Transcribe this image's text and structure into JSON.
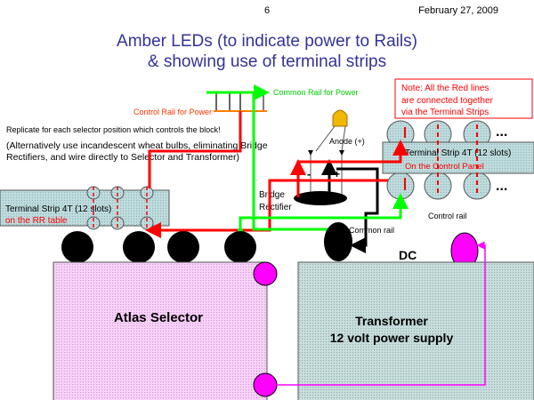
{
  "header": {
    "page_number": "6",
    "date": "February 27, 2009"
  },
  "title": {
    "line1": "Amber LEDs (to indicate power to Rails)",
    "line2": "& showing use of terminal strips"
  },
  "labels": {
    "common_rail_power": "Common Rail for Power",
    "control_rail_power": "Control Rail for Power",
    "replicate": "Replicate for each selector position which controls the block!",
    "alt_line1": "(Alternatively use incandescent wheat bulbs, eliminating Bridge",
    "alt_line2": "Rectifiers, and wire directly to Selector and Transformer)",
    "anode": "Anode (+)",
    "bridge_line1": "Bridge",
    "bridge_line2": "Rectifier",
    "common_rail": "Common rail",
    "control_rail": "Control rail",
    "dc": "DC",
    "minus": "-",
    "plus": "+",
    "dots": "..."
  },
  "note": {
    "line1": "Note:  All the Red lines",
    "line2": "are connected together",
    "line3": "via the Terminal Strips"
  },
  "strip_left": {
    "title": "Terminal Strip 4T (12 slots)",
    "location": "on the RR table"
  },
  "strip_right": {
    "title": "Terminal Strip 4T (12 slots)",
    "location": "On the Control Panel"
  },
  "selector": {
    "label": "Atlas Selector"
  },
  "transformer": {
    "line1": "Transformer",
    "line2": "12 volt power supply"
  },
  "colors": {
    "title": "#333399",
    "red_wire": "#ff0000",
    "green_wire": "#00ff00",
    "magenta": "#ff00ff",
    "selector_fill": "#f8d0f8",
    "transformer_fill": "#c8dcdc",
    "strip_fill": "#bcdcdc",
    "led": "#f0b800"
  }
}
